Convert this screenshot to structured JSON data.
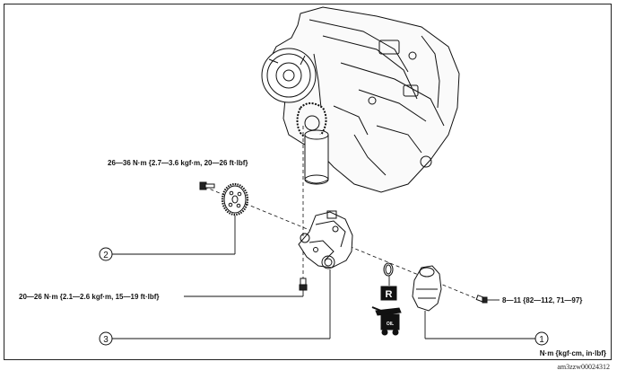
{
  "torque_labels": {
    "sprocket_bolt": "26—36 N·m {2.7—3.6 kgf·m, 20—26 ft·lbf}",
    "pump_bolt": "20—26 N·m {2.1—2.6 kgf·m, 15—19 ft·lbf}",
    "pickup_bolt": "8—11 {82—112, 71—97}"
  },
  "callouts": [
    "1",
    "2",
    "3"
  ],
  "units_note": "N·m {kgf·cm, in·lbf}",
  "replace_badge": "R",
  "oil_text": "OIL",
  "figure_code": "am3zzw00024312"
}
